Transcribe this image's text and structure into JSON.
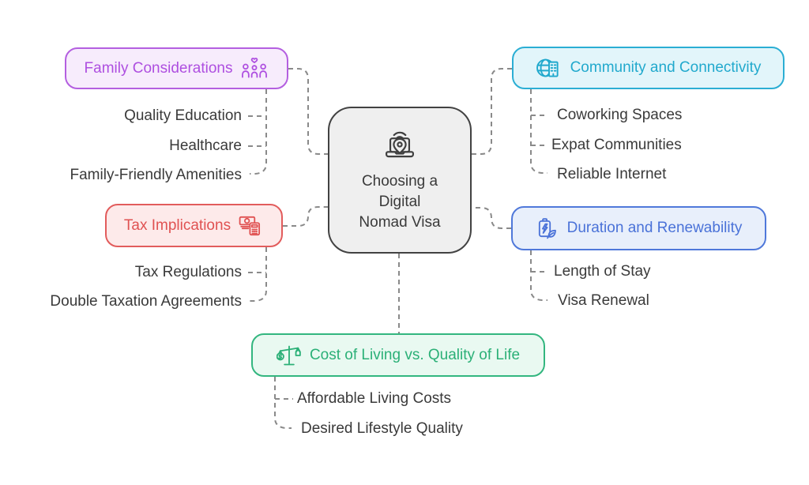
{
  "center": {
    "lines": [
      "Choosing a",
      "Digital",
      "Nomad Visa"
    ]
  },
  "branches": [
    {
      "label": "Family Considerations",
      "icon": "family-icon",
      "items": [
        "Quality Education",
        "Healthcare",
        "Family-Friendly Amenities"
      ]
    },
    {
      "label": "Tax Implications",
      "icon": "money-calculator-icon",
      "items": [
        "Tax Regulations",
        "Double Taxation Agreements"
      ]
    },
    {
      "label": "Community and Connectivity",
      "icon": "globe-building-icon",
      "items": [
        "Coworking Spaces",
        "Expat Communities",
        "Reliable Internet"
      ]
    },
    {
      "label": "Duration and Renewability",
      "icon": "battery-leaf-icon",
      "items": [
        "Length of Stay",
        "Visa Renewal"
      ]
    },
    {
      "label": "Cost of Living vs. Quality of Life",
      "icon": "balance-scale-icon",
      "items": [
        "Affordable Living Costs",
        "Desired Lifestyle Quality"
      ]
    }
  ],
  "colors": {
    "connector": "#8a8a8a",
    "subtopic_text": "#3a3a3a",
    "center": {
      "border": "#424242",
      "bg": "#efefef",
      "text": "#3a3a3a"
    },
    "family": {
      "text": "#ae4fe0",
      "border": "#b45fe0",
      "bg": "#f7ecfc"
    },
    "tax": {
      "text": "#e05252",
      "border": "#e25c5c",
      "bg": "#fdeaea"
    },
    "community": {
      "text": "#21a9cd",
      "border": "#2baed4",
      "bg": "#e2f5fa"
    },
    "duration": {
      "text": "#4a72d8",
      "border": "#4f78da",
      "bg": "#e8effb"
    },
    "cost": {
      "text": "#2bb077",
      "border": "#33b67f",
      "bg": "#e9f9f1"
    }
  }
}
